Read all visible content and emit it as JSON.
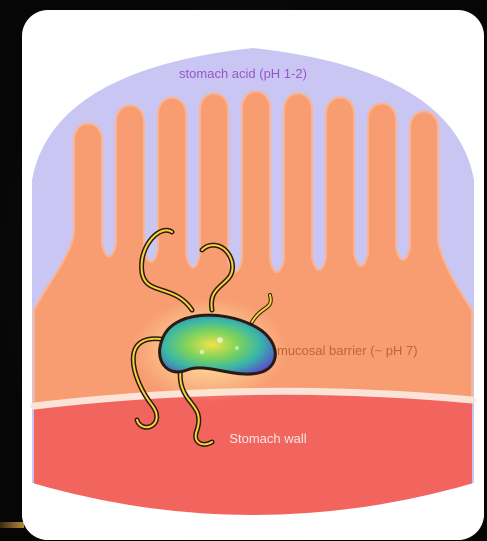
{
  "diagram": {
    "labels": {
      "acid": "stomach acid (pH 1-2)",
      "mucosa": "mucosal barrier (~ pH 7)",
      "wall": "Stomach wall"
    },
    "colors": {
      "acid": "#c9c6f4",
      "mucosa": "#f89c72",
      "mucosa_light": "#fbb48f",
      "wall": "#f2655f",
      "membrane": "#fbe3d8",
      "acid_text": "#9b54c7",
      "mucosa_text": "#c56236",
      "wall_text": "#f7e6e4"
    },
    "bacterium_icon": "helicobacter-bacterium-icon"
  }
}
